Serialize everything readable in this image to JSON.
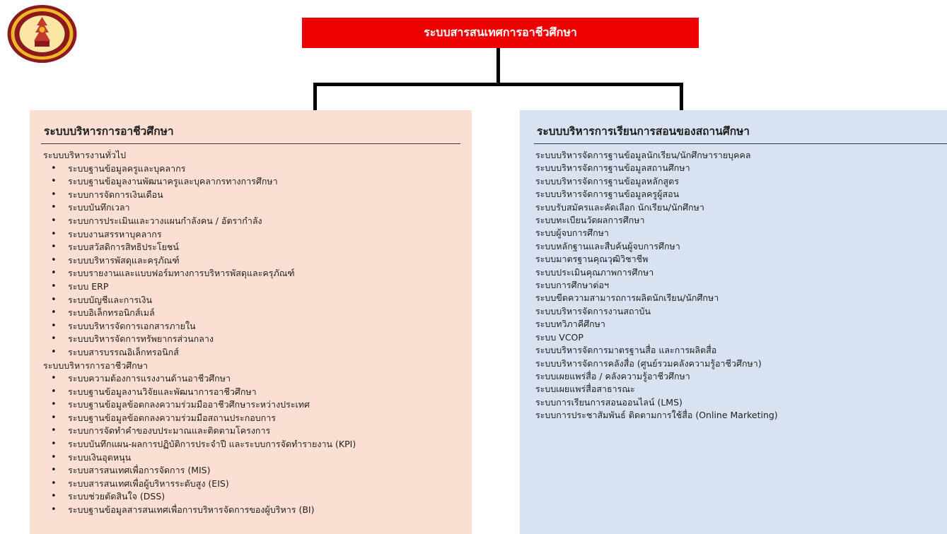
{
  "header": {
    "title": "ระบบสารสนเทศการอาชีวศึกษา"
  },
  "logo": {
    "icon": "vocational-education-seal-icon",
    "colors": [
      "#8b1a1a",
      "#f2b52a",
      "#fbe6a6"
    ]
  },
  "colors": {
    "title_bg": "#ee0000",
    "left_panel_bg": "#fbdfd3",
    "right_panel_bg": "#d9e2f0"
  },
  "left_panel": {
    "heading": "ระบบบริหารการอาชีวศึกษา",
    "groups": [
      {
        "title": "ระบบบริหารงานทั่วไป",
        "items": [
          "ระบบฐานข้อมูลครูและบุคลากร",
          "ระบบฐานข้อมูลงานพัฒนาครูและบุคลากรทางการศึกษา",
          "ระบบการจัดการเงินเดือน",
          "ระบบบันทึกเวลา",
          "ระบบการประเมินและวางแผนกำลังคน / อัตรากำลัง",
          "ระบบงานสรรหาบุคลากร",
          "ระบบสวัสดิการสิทธิประโยชน์",
          "ระบบบริหารพัสดุและครุภัณฑ์",
          "ระบบรายงานและแบบฟอร์มทางการบริหารพัสดุและครุภัณฑ์",
          "ระบบ ERP",
          "ระบบบัญชีและการเงิน",
          "ระบบอิเล็กทรอนิกส์เมล์",
          "ระบบบริหารจัดการเอกสารภายใน",
          "ระบบบริหารจัดการทรัพยากรส่วนกลาง",
          "ระบบสารบรรณอิเล็กทรอนิกส์"
        ]
      },
      {
        "title": "ระบบบริหารการอาชีวศึกษา",
        "items": [
          "ระบบความต้องการแรงงานด้านอาชีวศึกษา",
          "ระบบฐานข้อมูลงานวิจัยและพัฒนาการอาชีวศึกษา",
          "ระบบฐานข้อมูลข้อตกลงความร่วมมืออาชีวศึกษาระหว่างประเทศ",
          "ระบบฐานข้อมูลข้อตกลงความร่วมมือสถานประกอบการ",
          "ระบบการจัดทำคำของบประมาณและติดตามโครงการ",
          "ระบบบันทึกแผน-ผลการปฏิบัติการประจำปี และระบบการจัดทำรายงาน (KPI)",
          "ระบบเงินอุดหนุน",
          "ระบบสารสนเทศเพื่อการจัดการ (MIS)",
          "ระบบสารสนเทศเพื่อผู้บริหารระดับสูง (EIS)",
          "ระบบช่วยตัดสินใจ (DSS)",
          "ระบบฐานข้อมูลสารสนเทศเพื่อการบริหารจัดการของผู้บริหาร (BI)"
        ]
      }
    ]
  },
  "right_panel": {
    "heading": "ระบบบริหารการเรียนการสอนของสถานศึกษา",
    "items": [
      "ระบบบริหารจัดการฐานข้อมูลนักเรียน/นักศึกษารายบุคคล",
      "ระบบบริหารจัดการฐานข้อมูลสถานศึกษา",
      "ระบบบริหารจัดการฐานข้อมูลหลักสูตร",
      "ระบบบริหารจัดการฐานข้อมูลครูผู้สอน",
      "ระบบรับสมัครและคัดเลือก นักเรียน/นักศึกษา",
      "ระบบทะเบียนวัดผลการศึกษา",
      "ระบบผู้จบการศึกษา",
      "ระบบหลักฐานและสืบค้นผู้จบการศึกษา",
      "ระบบมาตรฐานคุณวุฒิวิชาชีพ",
      "ระบบประเมินคุณภาพการศึกษา",
      "ระบบการศึกษาต่อฯ",
      "ระบบขีดความสามารถการผลิตนักเรียน/นักศึกษา",
      "ระบบบริหารจัดการงานสถาบัน",
      "ระบบทวิภาคีศึกษา",
      "ระบบ VCOP",
      "ระบบบริหารจัดการมาตรฐานสื่อ และการผลิตสื่อ",
      "ระบบบริหารจัดการคลังสื่อ (ศูนย์รวมคลังความรู้อาชีวศึกษา)",
      "ระบบเผยแพร่สื่อ / คลังความรู้อาชีวศึกษา",
      "ระบบเผยแพร่สื่อสาธารณะ",
      "ระบบการเรียนการสอนออนไลน์ (LMS)",
      "ระบบการประชาสัมพันธ์ ติดตามการใช้สื่อ (Online Marketing)"
    ]
  }
}
